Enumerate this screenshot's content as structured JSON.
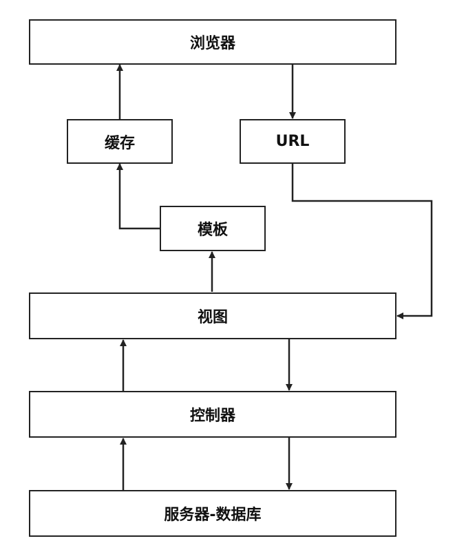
{
  "diagram": {
    "nodes": {
      "browser": {
        "label": "浏览器"
      },
      "cache": {
        "label": "缓存"
      },
      "url": {
        "label": "URL"
      },
      "template": {
        "label": "模板"
      },
      "view": {
        "label": "视图"
      },
      "controller": {
        "label": "控制器"
      },
      "server_db": {
        "label": "服务器-数据库"
      }
    },
    "edges": [
      {
        "from": "cache",
        "to": "browser"
      },
      {
        "from": "browser",
        "to": "url"
      },
      {
        "from": "template",
        "to": "cache"
      },
      {
        "from": "url",
        "to": "view"
      },
      {
        "from": "view",
        "to": "template"
      },
      {
        "from": "view",
        "to": "controller"
      },
      {
        "from": "controller",
        "to": "view"
      },
      {
        "from": "controller",
        "to": "server_db"
      },
      {
        "from": "server_db",
        "to": "controller"
      }
    ],
    "colors": {
      "stroke": "#222222",
      "text": "#111111",
      "background": "#ffffff"
    }
  }
}
